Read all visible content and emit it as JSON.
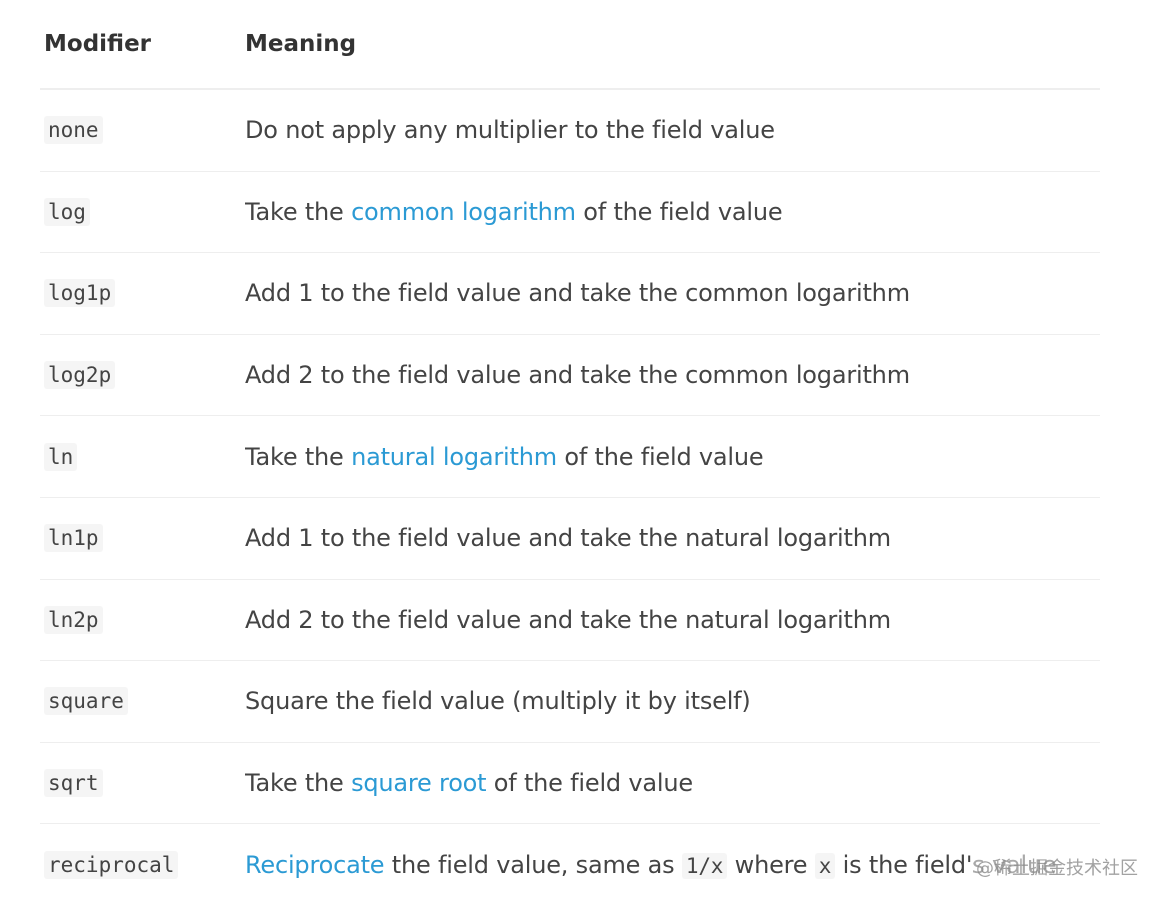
{
  "header": {
    "modifier": "Modifier",
    "meaning": "Meaning"
  },
  "rows": [
    {
      "modifier": "none",
      "meaning": "Do not apply any multiplier to the field value"
    },
    {
      "modifier": "log",
      "pre": "Take the ",
      "link": "common logarithm",
      "post": " of the field value"
    },
    {
      "modifier": "log1p",
      "meaning": "Add 1 to the field value and take the common logarithm"
    },
    {
      "modifier": "log2p",
      "meaning": "Add 2 to the field value and take the common logarithm"
    },
    {
      "modifier": "ln",
      "pre": "Take the ",
      "link": "natural logarithm",
      "post": " of the field value"
    },
    {
      "modifier": "ln1p",
      "meaning": "Add 1 to the field value and take the natural logarithm"
    },
    {
      "modifier": "ln2p",
      "meaning": "Add 2 to the field value and take the natural logarithm"
    },
    {
      "modifier": "square",
      "meaning": "Square the field value (multiply it by itself)"
    },
    {
      "modifier": "sqrt",
      "pre": "Take the ",
      "link": "square root",
      "post": " of the field value"
    },
    {
      "modifier": "reciprocal",
      "link": "Reciprocate",
      "seg1": " the field value, same as ",
      "code1": "1/x",
      "seg2": " where ",
      "code2": "x",
      "seg3": " is the field's value"
    }
  ],
  "watermark": "@稀土掘金技术社区",
  "colors": {
    "link": "#2b9ad4",
    "text": "#444444",
    "divider": "#eeeeee"
  }
}
